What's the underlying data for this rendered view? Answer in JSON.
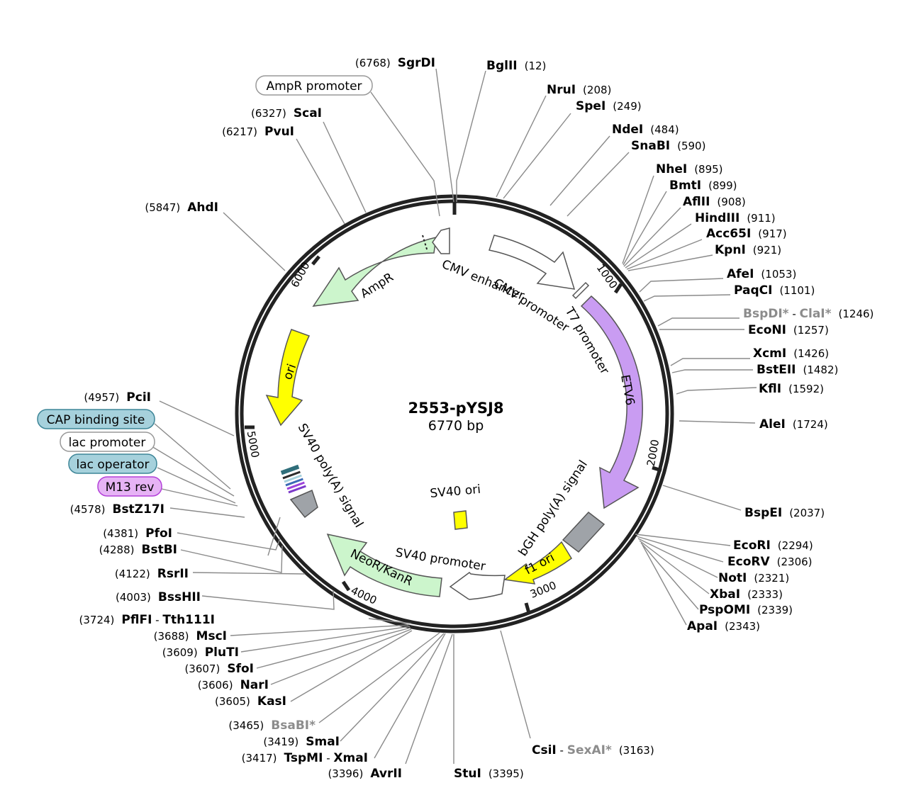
{
  "map": {
    "name": "2553-pYSJ8",
    "length_label": "6770 bp",
    "total_bp": 6770,
    "ticks": [
      {
        "bp": 1000,
        "label": "1000"
      },
      {
        "bp": 2000,
        "label": "2000"
      },
      {
        "bp": 3000,
        "label": "3000"
      },
      {
        "bp": 4000,
        "label": "4000"
      },
      {
        "bp": 5000,
        "label": "5000"
      },
      {
        "bp": 6000,
        "label": "6000"
      }
    ],
    "colors": {
      "backbone": "#222222",
      "leader": "#8a8a8a",
      "etv6": "#c99cf2",
      "ampr": "#ccf5cc",
      "neor": "#ccf5cc",
      "ori": "#ffff00",
      "f1ori": "#ffff00",
      "polya": "#9fa3a8",
      "promoter": "#ffffff",
      "cap": "#a6d1dc",
      "m13": "#e6b3f5",
      "lac_operator": "#a6d1dc"
    }
  },
  "features": {
    "cmv_enhancer": "CMV enhancer",
    "cmv_promoter": "CMV promoter",
    "t7_promoter": "T7 promoter",
    "etv6": "ETV6",
    "bgh": "bGH poly(A) signal",
    "f1ori": "f1 ori",
    "sv40_promoter": "SV40 promoter",
    "neor": "NeoR/KanR",
    "sv40_polya": "SV40 poly(A) signal",
    "sv40_ori": "SV40 ori",
    "ori": "ori",
    "ampr": "AmpR"
  },
  "boxed_features": {
    "ampr_promoter": "AmpR promoter",
    "cap_binding_site": "CAP binding site",
    "lac_promoter": "lac promoter",
    "lac_operator": "lac operator",
    "m13_rev": "M13 rev"
  },
  "sites_right": [
    {
      "name": "BglII",
      "pos": "(12)"
    },
    {
      "name": "NruI",
      "pos": "(208)"
    },
    {
      "name": "SpeI",
      "pos": "(249)"
    },
    {
      "name": "NdeI",
      "pos": "(484)"
    },
    {
      "name": "SnaBI",
      "pos": "(590)"
    },
    {
      "name": "NheI",
      "pos": "(895)"
    },
    {
      "name": "BmtI",
      "pos": "(899)"
    },
    {
      "name": "AflII",
      "pos": "(908)"
    },
    {
      "name": "HindIII",
      "pos": "(911)"
    },
    {
      "name": "Acc65I",
      "pos": "(917)"
    },
    {
      "name": "KpnI",
      "pos": "(921)"
    },
    {
      "name": "AfeI",
      "pos": "(1053)"
    },
    {
      "name": "PaqCI",
      "pos": "(1101)"
    },
    {
      "name": "BspDI*",
      "sep": " - ",
      "name2": "ClaI*",
      "pos": "(1246)"
    },
    {
      "name": "EcoNI",
      "pos": "(1257)"
    },
    {
      "name": "XcmI",
      "pos": "(1426)"
    },
    {
      "name": "BstEII",
      "pos": "(1482)"
    },
    {
      "name": "KflI",
      "pos": "(1592)"
    },
    {
      "name": "AleI",
      "pos": "(1724)"
    },
    {
      "name": "BspEI",
      "pos": "(2037)"
    },
    {
      "name": "EcoRI",
      "pos": "(2294)"
    },
    {
      "name": "EcoRV",
      "pos": "(2306)"
    },
    {
      "name": "NotI",
      "pos": "(2321)"
    },
    {
      "name": "XbaI",
      "pos": "(2333)"
    },
    {
      "name": "PspOMI",
      "pos": "(2339)"
    },
    {
      "name": "ApaI",
      "pos": "(2343)"
    },
    {
      "name": "CsiI",
      "sep": " - ",
      "name2": "SexAI*",
      "pos": "(3163)"
    },
    {
      "name": "StuI",
      "pos": "(3395)"
    }
  ],
  "sites_left": [
    {
      "name": "SgrDI",
      "pos": "(6768)"
    },
    {
      "name": "ScaI",
      "pos": "(6327)"
    },
    {
      "name": "PvuI",
      "pos": "(6217)"
    },
    {
      "name": "AhdI",
      "pos": "(5847)"
    },
    {
      "name": "PciI",
      "pos": "(4957)"
    },
    {
      "name": "BstZ17I",
      "pos": "(4578)"
    },
    {
      "name": "PfoI",
      "pos": "(4381)"
    },
    {
      "name": "BstBI",
      "pos": "(4288)"
    },
    {
      "name": "RsrII",
      "pos": "(4122)"
    },
    {
      "name": "BssHII",
      "pos": "(4003)"
    },
    {
      "name": "PflFI",
      "sep": " - ",
      "name2": "Tth111I",
      "pos": "(3724)"
    },
    {
      "name": "MscI",
      "pos": "(3688)"
    },
    {
      "name": "PluTI",
      "pos": "(3609)"
    },
    {
      "name": "SfoI",
      "pos": "(3607)"
    },
    {
      "name": "NarI",
      "pos": "(3606)"
    },
    {
      "name": "KasI",
      "pos": "(3605)"
    },
    {
      "name": "BsaBI*",
      "pos": "(3465)"
    },
    {
      "name": "SmaI",
      "pos": "(3419)"
    },
    {
      "name": "TspMI",
      "sep": " - ",
      "name2": "XmaI",
      "pos": "(3417)"
    },
    {
      "name": "AvrII",
      "pos": "(3396)"
    }
  ]
}
